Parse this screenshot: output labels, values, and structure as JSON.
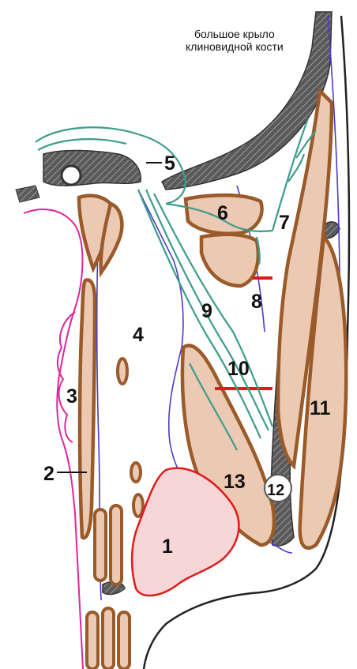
{
  "caption": {
    "line1": "большое крыло",
    "line2": "клиновидной кости"
  },
  "labels": {
    "n1": "1",
    "n2": "2",
    "n3": "3",
    "n4": "4",
    "n5": "5",
    "n6": "6",
    "n7": "7",
    "n8": "8",
    "n9": "9",
    "n10": "10",
    "n11": "11",
    "n12": "12",
    "n13": "13"
  },
  "colors": {
    "bone": "#555555",
    "muscle_fill": "#ecc9b2",
    "muscle_outline": "#9a5a2a",
    "nerve": "#3c9c8c",
    "vessel": "#4b3cc8",
    "mucosa": "#e0259a",
    "marker": "#e01a1a",
    "gland_fill": "#f6d6d6"
  }
}
